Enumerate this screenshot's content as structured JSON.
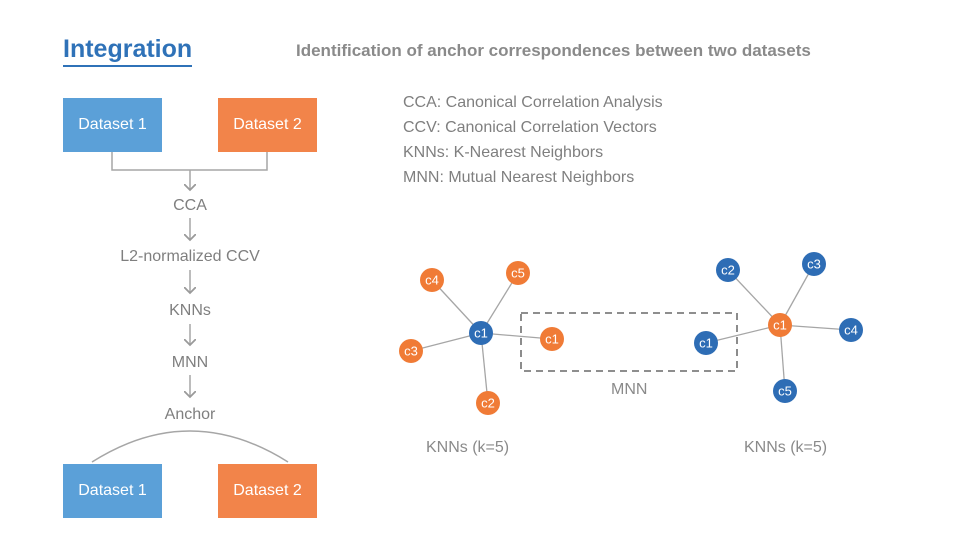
{
  "header": {
    "title": "Integration",
    "subtitle": "Identification of anchor correspondences between two datasets"
  },
  "flow": {
    "dataset1": "Dataset 1",
    "dataset2": "Dataset 2",
    "steps": [
      "CCA",
      "L2-normalized CCV",
      "KNNs",
      "MNN",
      "Anchor"
    ]
  },
  "abbreviations": [
    "CCA: Canonical Correlation Analysis",
    "CCV: Canonical Correlation Vectors",
    "KNNs: K-Nearest Neighbors",
    "MNN: Mutual Nearest Neighbors"
  ],
  "graph": {
    "left_nodes": [
      "c4",
      "c5",
      "c1",
      "c3",
      "c2",
      "c1"
    ],
    "right_nodes": [
      "c2",
      "c3",
      "c1",
      "c4",
      "c1",
      "c5"
    ],
    "mnn_label": "MNN",
    "left_caption": "KNNs (k=5)",
    "right_caption": "KNNs (k=5)"
  },
  "colors": {
    "accent": "#2f72b8",
    "blue": "#2e6db5",
    "orange": "#f07b36"
  }
}
